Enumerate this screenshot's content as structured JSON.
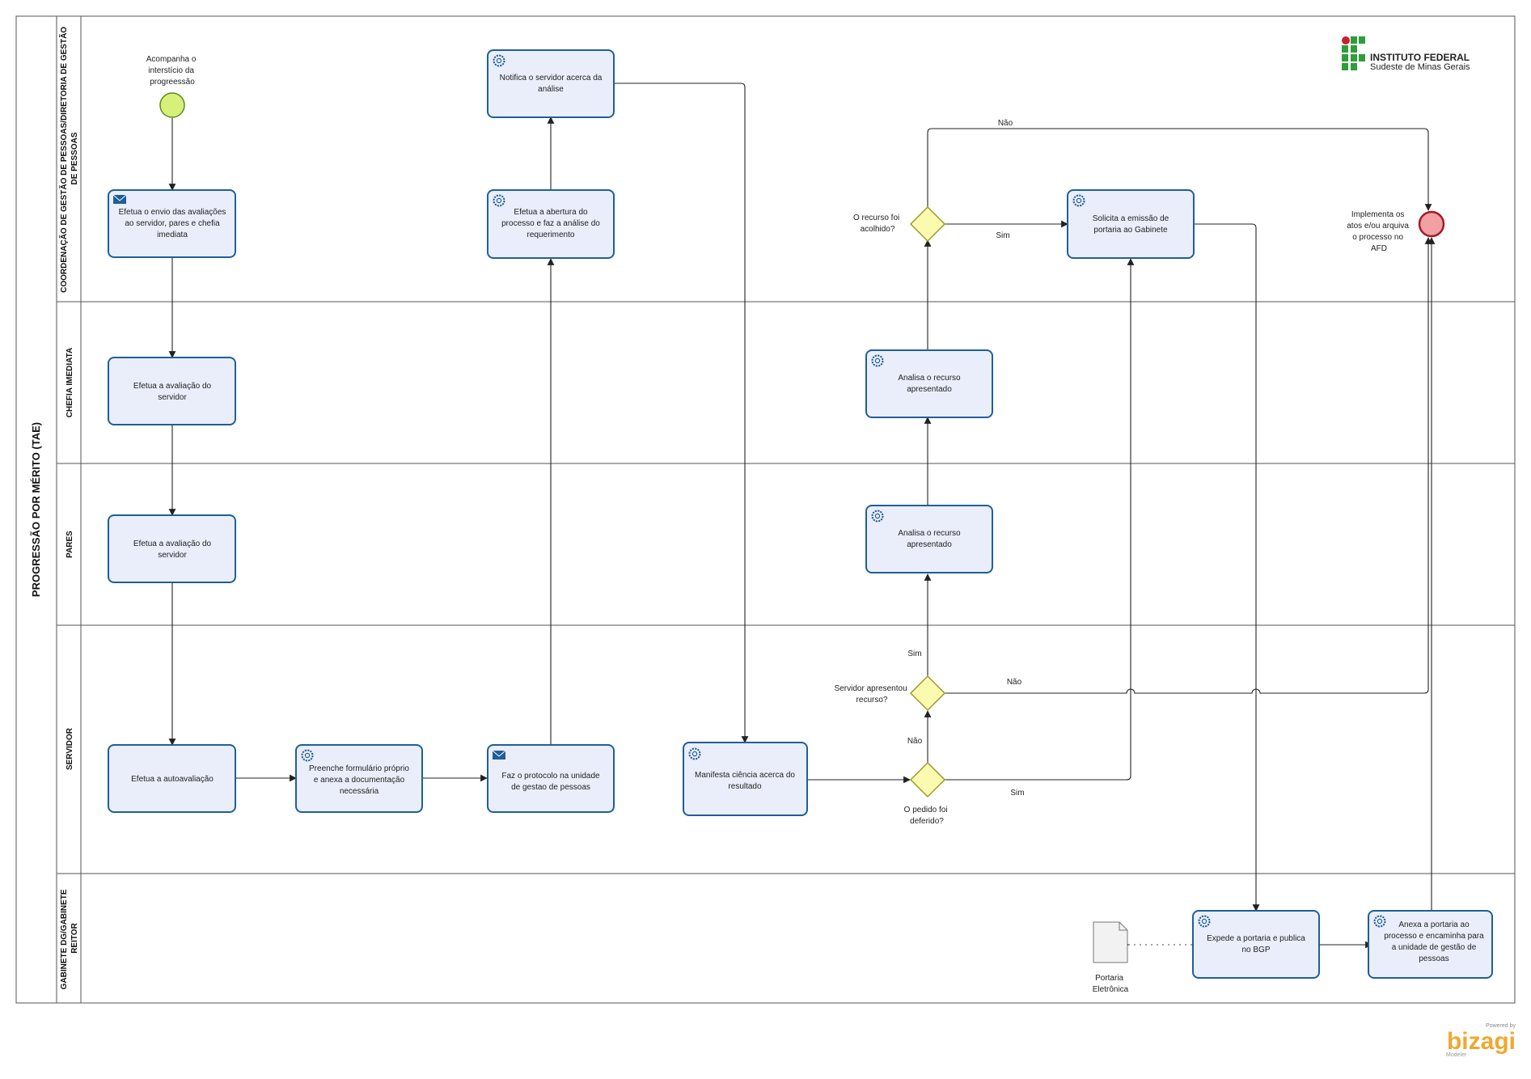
{
  "pool": {
    "title": "PROGRESSÃO POR MÉRITO (TAE)"
  },
  "lanes": [
    {
      "id": "cgp",
      "lines": [
        "COORDENAÇÃO DE GESTÃO DE PESSOAS/DIRETORIA DE GESTÃO",
        "DE PESSOAS"
      ]
    },
    {
      "id": "chefia",
      "lines": [
        "CHEFIA IMEDIATA"
      ]
    },
    {
      "id": "pares",
      "lines": [
        "PARES"
      ]
    },
    {
      "id": "servidor",
      "lines": [
        "SERVIDOR"
      ]
    },
    {
      "id": "gabinete",
      "lines": [
        "GABINETE DG/GABINETE",
        "REITOR"
      ]
    }
  ],
  "logo": {
    "name": "INSTITUTO FEDERAL",
    "sub": "Sudeste de Minas Gerais",
    "green": "#2e9e3a",
    "red": "#c8202f"
  },
  "events": {
    "start": {
      "lines": [
        "Acompanha o",
        "interstício da",
        "progreessão"
      ],
      "fill": "#d7f07a",
      "stroke": "#5b8a1d"
    },
    "end": {
      "lines": [
        "Implementa os",
        "atos e/ou arquiva",
        "o processo no",
        "AFD"
      ],
      "fill": "#f2a0a4",
      "stroke": "#a31c24"
    }
  },
  "tasks": [
    {
      "id": "t_envio",
      "icon": "envelope-icon",
      "lines": [
        "Efetua o envio das avaliações",
        "ao servidor, pares e chefia",
        "imediata"
      ]
    },
    {
      "id": "t_abertura",
      "icon": "gear-icon",
      "lines": [
        "Efetua a abertura do",
        "processo e faz a análise do",
        "requerimento"
      ]
    },
    {
      "id": "t_notifica",
      "icon": "gear-icon",
      "lines": [
        "Notifica o servidor acerca da",
        "análise"
      ]
    },
    {
      "id": "t_solicita",
      "icon": "gear-icon",
      "lines": [
        "Solicita a emissão de",
        "portaria ao Gabinete"
      ]
    },
    {
      "id": "t_aval_chefia",
      "icon": "",
      "lines": [
        "Efetua a avaliação do",
        "servidor"
      ]
    },
    {
      "id": "t_recurso_chefia",
      "icon": "gear-icon",
      "lines": [
        "Analisa o recurso",
        "apresentado"
      ]
    },
    {
      "id": "t_aval_pares",
      "icon": "",
      "lines": [
        "Efetua a avaliação do",
        "servidor"
      ]
    },
    {
      "id": "t_recurso_pares",
      "icon": "gear-icon",
      "lines": [
        "Analisa o recurso",
        "apresentado"
      ]
    },
    {
      "id": "t_auto",
      "icon": "",
      "lines": [
        "Efetua a autoavaliação"
      ]
    },
    {
      "id": "t_form",
      "icon": "gear-icon",
      "lines": [
        "Preenche formulário próprio",
        "e anexa a documentação",
        "necessária"
      ]
    },
    {
      "id": "t_protocolo",
      "icon": "envelope-icon",
      "lines": [
        "Faz o protocolo na unidade",
        "de gestao de pessoas"
      ]
    },
    {
      "id": "t_ciencia",
      "icon": "gear-icon",
      "lines": [
        "Manifesta ciência acerca do",
        "resultado"
      ]
    },
    {
      "id": "t_expede",
      "icon": "gear-icon",
      "lines": [
        "Expede a portaria e publica",
        "no BGP"
      ]
    },
    {
      "id": "t_anexa",
      "icon": "gear-icon",
      "lines": [
        "Anexa a portaria ao",
        "processo e encaminha para",
        "a unidade de gestão de",
        "pessoas"
      ]
    }
  ],
  "gateways": [
    {
      "id": "g_acolhido",
      "lines": [
        "O recurso foi",
        "acolhido?"
      ]
    },
    {
      "id": "g_recurso",
      "lines": [
        "Servidor apresentou",
        "recurso?"
      ]
    },
    {
      "id": "g_deferido",
      "lines": [
        "O pedido foi",
        "deferido?"
      ]
    }
  ],
  "flow_labels": {
    "acolhido_no": "Não",
    "acolhido_yes": "Sim",
    "recurso_yes": "Sim",
    "recurso_no": "Não",
    "deferido_no": "Não",
    "deferido_yes": "Sim"
  },
  "artifact": {
    "lines": [
      "Portaria",
      "Eletrônica"
    ]
  },
  "powered": {
    "top": "Powered by",
    "brand": "bizagi",
    "bottom": "Modeler"
  },
  "colors": {
    "task_fill": "#eaeefb",
    "task_stroke": "#1e5f98",
    "gateway_fill": "#fbfbb0",
    "gateway_stroke": "#9a9a2a",
    "line": "#222222",
    "border": "#555555"
  }
}
